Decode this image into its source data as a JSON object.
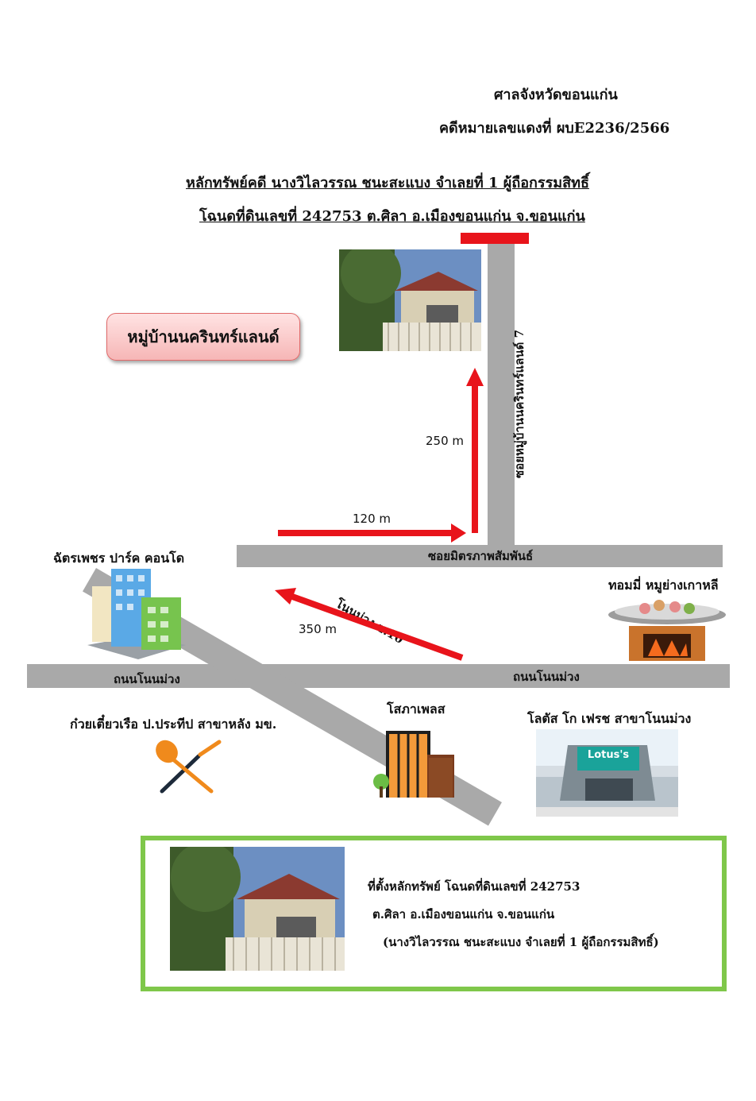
{
  "header": {
    "court": "ศาลจังหวัดขอนแก่น",
    "case_no": "คดีหมายเลขแดงที่ ผบE2236/2566",
    "asset_line": "หลักทรัพย์คดี นางวิไลวรรณ ชนะสะแบง จำเลยที่ 1 ผู้ถือกรรมสิทธิ์",
    "deed_line": "โฉนดที่ดินเลขที่  242753 ต.ศิลา  อ.เมืองขอนแก่น  จ.ขอนแก่น"
  },
  "village_label": "หมู่บ้านนครินทร์แลนด์",
  "roads": {
    "soi_village": "ซอยหมู่บ้านนครินทร์แลนด์ 7",
    "soi_mitraphap": "ซอยมิตรภาพสัมพันธ์",
    "non_muang_10": "โนนม่วง ซ.10",
    "thanon_left": "ถนนโนนม่วง",
    "thanon_right": "ถนนโนนม่วง"
  },
  "distances": {
    "d250": "250 m",
    "d120": "120 m",
    "d350": "350 m"
  },
  "landmarks": {
    "chatpetch": "ฉัตรเพชร ปาร์ค คอนโด",
    "tommy": "ทอมมี่ หมูย่างเกาหลี",
    "kuay_tiew": "ก๋วยเตี๋ยวเรือ ป.ประทีป สาขาหลัง มข.",
    "sopha": "โสภาเพลส",
    "lotus": "โลตัส โก เฟรช สาขาโนนม่วง",
    "lotus_sign": "Lotus's"
  },
  "legend": {
    "line1": "ที่ตั้งหลักทรัพย์ โฉนดที่ดินเลขที่ 242753",
    "line2": "ต.ศิลา  อ.เมืองขอนแก่น  จ.ขอนแก่น",
    "line3": "(นางวิไลวรรณ ชนะสะแบง จำเลยที่ 1 ผู้ถือกรรมสิทธิ์)"
  },
  "colors": {
    "road": "#a9a9a9",
    "arrow": "#e8141b",
    "legend_border": "#7fc74a",
    "village_bg": "#f6b6b6"
  }
}
